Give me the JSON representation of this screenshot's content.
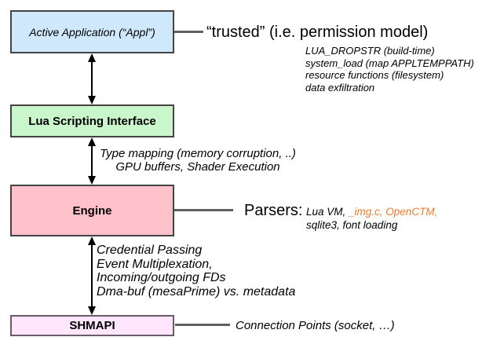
{
  "colors": {
    "box_border": "#444444",
    "shmapi_border": "#6a5a6a",
    "blue_fill": "#cfe8fb",
    "green_fill": "#c9f6ca",
    "pink_fill": "#ffc2cb",
    "lightpink_fill": "#ffe6fc",
    "connector": "#606060",
    "orange": "#ef7b2c"
  },
  "boxes": {
    "app": {
      "label": "Active Application (“Appl”)"
    },
    "lua": {
      "label": "Lua Scripting Interface"
    },
    "engine": {
      "label": "Engine"
    },
    "shmapi": {
      "label": "SHMAPI"
    }
  },
  "notes": {
    "trusted": "“trusted” (i.e. permission model)",
    "app_notes": [
      "LUA_DROPSTR (build-time)",
      "system_load (map APPLTEMPPATH)",
      "resource functions (filesystem)",
      "data exfiltration"
    ],
    "lua_engine": [
      "Type mapping (memory corruption, ..)",
      "GPU buffers, Shader Execution"
    ],
    "parsers": {
      "label": "Parsers:",
      "plain_start": "Lua VM, ",
      "orange": "_img.c, OpenCTM,",
      "line2": "sqlite3, font loading"
    },
    "engine_shmapi": [
      "Credential Passing",
      "Event Multiplexation,",
      "Incoming/outgoing FDs",
      "Dma-buf (mesaPrime) vs. metadata"
    ],
    "connection": "Connection Points (socket, …)"
  }
}
